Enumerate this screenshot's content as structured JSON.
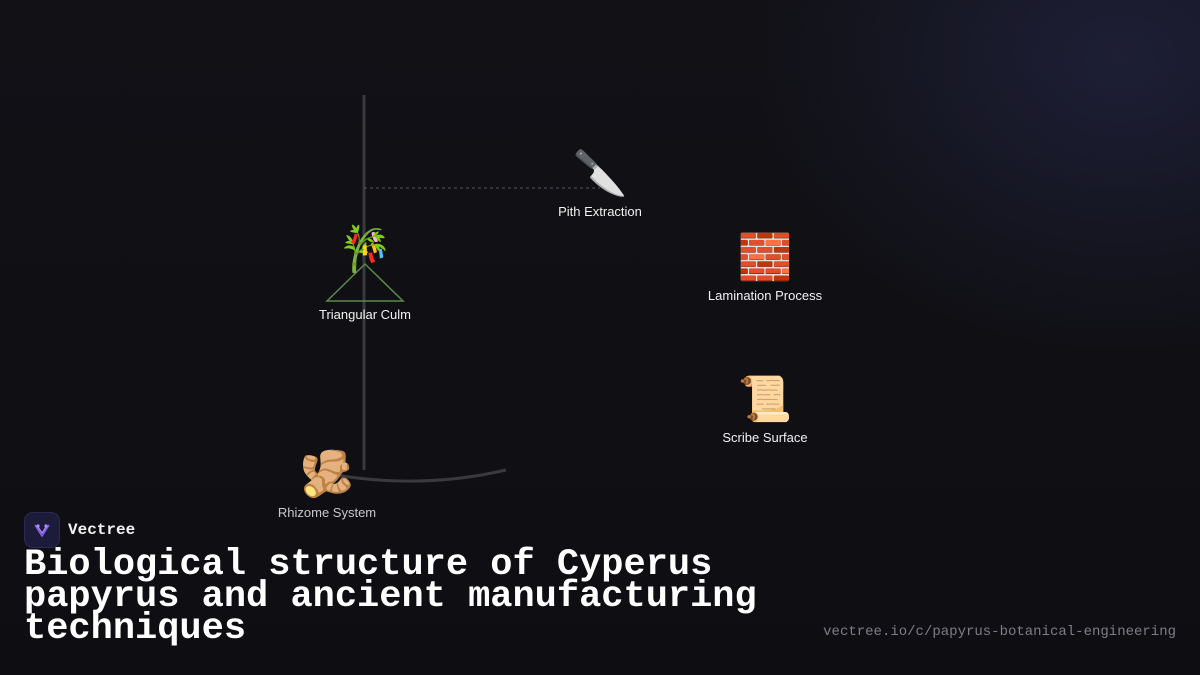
{
  "diagram": {
    "nodes": [
      {
        "id": "culm",
        "icon": "bamboo-icon",
        "emoji": "🎋",
        "label": "Triangular Culm"
      },
      {
        "id": "pith",
        "icon": "knife-icon",
        "emoji": "🔪",
        "label": "Pith Extraction"
      },
      {
        "id": "lamination",
        "icon": "brick-icon",
        "emoji": "🧱",
        "label": "Lamination Process"
      },
      {
        "id": "scribe",
        "icon": "scroll-icon",
        "emoji": "📜",
        "label": "Scribe Surface"
      },
      {
        "id": "rhizome",
        "icon": "ginger-root-icon",
        "emoji": "🫚",
        "label": "Rhizome System"
      }
    ],
    "colors": {
      "stem": "#3a3a3e",
      "triangle": "#5a8a4a",
      "dashed": "#55555c",
      "background": "#111116"
    }
  },
  "brand": {
    "name": "Vectree",
    "logo_icon": "vectree-logo-icon",
    "accent": "#8a5cf0"
  },
  "title": "Biological structure of Cyperus papyrus and ancient manufacturing techniques",
  "url": "vectree.io/c/papyrus-botanical-engineering"
}
